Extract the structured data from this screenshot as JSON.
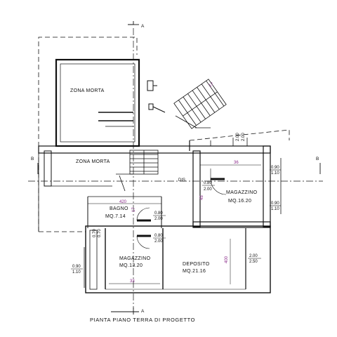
{
  "rooms": {
    "zona_morta_upper": "ZONA MORTA",
    "zona_morta_lower": "ZONA MORTA",
    "magazzino_right": "MAGAZZINO",
    "magazzino_right_area": "MQ.16.20",
    "bagno": "BAGNO",
    "bagno_area": "MQ.7.14",
    "magazzino_left": "MAGAZZINO",
    "magazzino_left_area": "MQ.13.20",
    "deposito": "DEPOSITO",
    "deposito_area": "MQ.21.16"
  },
  "section_markers": {
    "a_top": "A",
    "a_bottom": "A",
    "b_left": "B",
    "b_right": "B",
    "dis": "DIS"
  },
  "dimensions": {
    "stair_17": "17",
    "top_2_00_a": "2.00",
    "top_2_00_b": "2.00",
    "d36": "36",
    "win_0_90_r1": "0.90",
    "win_1_10_r1": "1.10",
    "door_0_80_center": "0.80",
    "door_2_00_center": "2.00",
    "d45": "45",
    "d420": "420",
    "d17_bagno": "17",
    "win_0_90_r2": "0.90",
    "win_1_10_r2": "1.10",
    "door_0_80_bagno": "0.80",
    "door_2_00_bagno": "2.00",
    "door_0_80_low": "0.80",
    "door_2_00_low": "2.00",
    "left_0_70": "0.70",
    "left_0_70_b": "0.70",
    "d400": "400",
    "dep_2_00": "2.00",
    "dep_2_50": "2.50",
    "win_0_90_l": "0.90",
    "win_1_10_l": "1.10",
    "d33": "33"
  },
  "caption": "PIANTA PIANO TERRA DI PROGETTO",
  "colors": {
    "line": "#111111",
    "dimension_text": "#8a2a8a"
  }
}
